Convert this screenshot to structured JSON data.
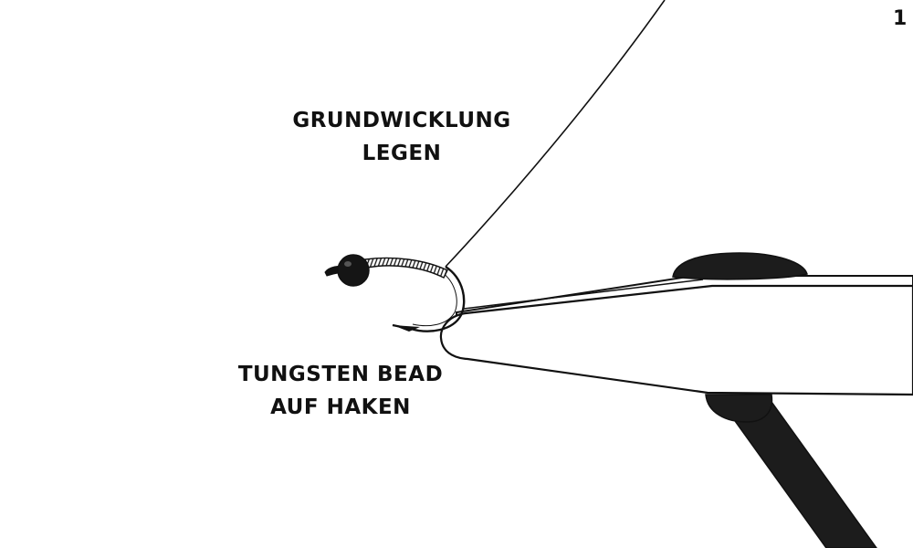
{
  "step_number": "1",
  "labels": {
    "thread_wrap": [
      "GRUNDWICKLUNG",
      "LEGEN"
    ],
    "bead_on_hook": [
      "TUNGSTEN BEAD",
      "AUF HAKEN"
    ]
  },
  "colors": {
    "ink": "#111111",
    "background": "#ffffff"
  }
}
